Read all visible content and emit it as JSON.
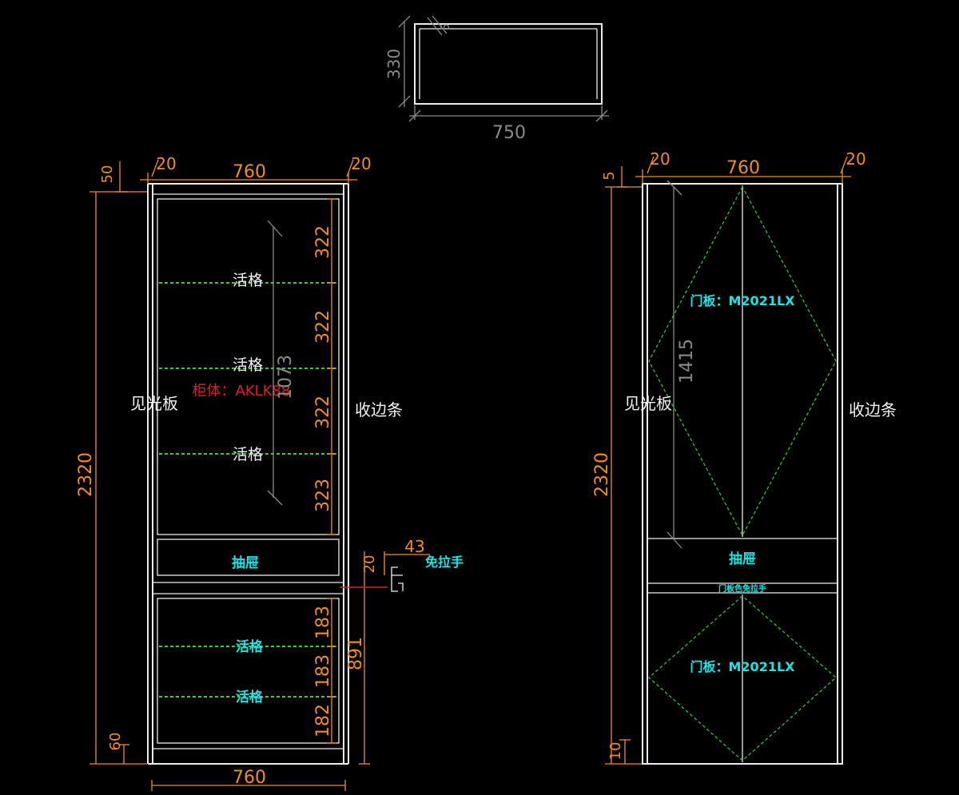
{
  "colors": {
    "background": "#000000",
    "dimension_orange": "#f08c28",
    "dimension_gray": "#8a8a8a",
    "outline_white": "#ececec",
    "label_cyan": "#18e6e6",
    "label_red": "#e02020",
    "shelf_green": "#33cc33"
  },
  "top_view": {
    "width_label": "750",
    "depth_label": "330",
    "edge_label": "5"
  },
  "front_left": {
    "top_width": "760",
    "bottom_width": "760",
    "left_edge": "20",
    "right_edge": "20",
    "top_offset": "50",
    "overall_height": "2320",
    "bottom_offset": "60",
    "upper_span": "1073",
    "upper_rows": [
      "322",
      "322",
      "322",
      "323"
    ],
    "lower_rows": [
      "183",
      "183",
      "182"
    ],
    "lower_span": "891",
    "shelf_label": "活格",
    "cabinet_label": "柜体：AKLK88",
    "drawer_label": "抽屉",
    "left_side_label": "见光板",
    "right_side_label": "收边条",
    "handle_width": "43",
    "handle_height": "20",
    "handle_label": "免拉手"
  },
  "front_right": {
    "top_width": "760",
    "left_edge": "20",
    "right_edge": "20",
    "top_offset": "5",
    "overall_height": "2320",
    "bottom_offset": "10",
    "door_span": "1415",
    "door_upper_label": "门板：M2021LX",
    "door_lower_label": "门板：M2021LX",
    "drawer_label": "抽屉",
    "drawer_note": "门板色免拉手",
    "left_side_label": "见光板",
    "right_side_label": "收边条"
  }
}
